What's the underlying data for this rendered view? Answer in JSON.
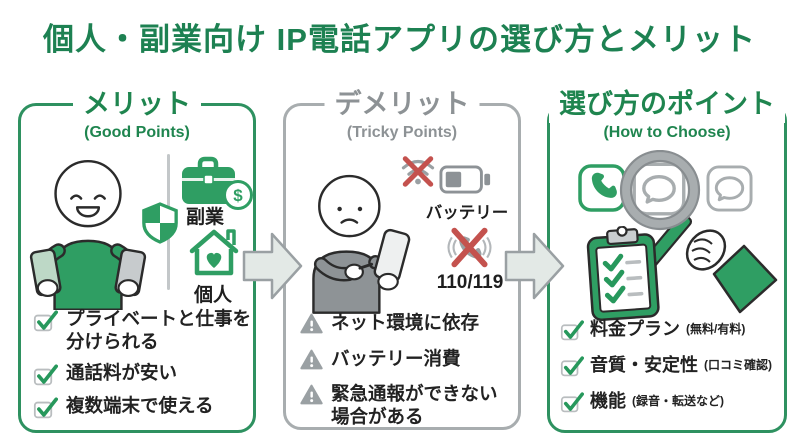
{
  "title": "個人・副業向け IP電話アプリの選び方とメリット",
  "colors": {
    "brand_green": "#2f9e63",
    "title_green": "#1d8152",
    "border_green": "#2e9160",
    "demerit_gray": "#8d9295",
    "border_gray": "#a8adaf",
    "alert_red": "#c4524e",
    "arrow_fill": "#e3e9e6",
    "text_dark": "#1e1e1e"
  },
  "panels": {
    "merit": {
      "title": "メリット",
      "subtitle": "(Good Points)",
      "icons": [
        "happy-person-two-phones-icon",
        "shield-icon",
        "briefcase-coin-icon",
        "house-heart-icon",
        "checkbox-check-icon"
      ],
      "coin_symbol": "$",
      "labels": {
        "side_business": "副業",
        "personal": "個人"
      },
      "items": [
        "プライベートと仕事を分けられる",
        "通話料が安い",
        "複数端末で使える"
      ]
    },
    "demerit": {
      "title": "デメリット",
      "subtitle": "(Tricky Points)",
      "icons": [
        "worried-person-phone-icon",
        "no-wifi-icon",
        "battery-icon",
        "no-emergency-call-icon",
        "warning-triangle-icon"
      ],
      "labels": {
        "battery": "バッテリー",
        "emergency_numbers": "110/119"
      },
      "items": [
        "ネット環境に依存",
        "バッテリー消費",
        "緊急通報ができない場合がある"
      ]
    },
    "choose": {
      "title": "選び方のポイント",
      "subtitle": "(How to Choose)",
      "icons": [
        "phone-app-icon",
        "chat-app-icon",
        "magnifier-hand-icon",
        "checklist-clipboard-icon",
        "checkbox-check-icon"
      ],
      "items": [
        {
          "main": "料金プラン",
          "note": "(無料/有料)"
        },
        {
          "main": "音質・安定性",
          "note": "(口コミ確認)"
        },
        {
          "main": "機能",
          "note": "(録音・転送など)"
        }
      ]
    }
  }
}
